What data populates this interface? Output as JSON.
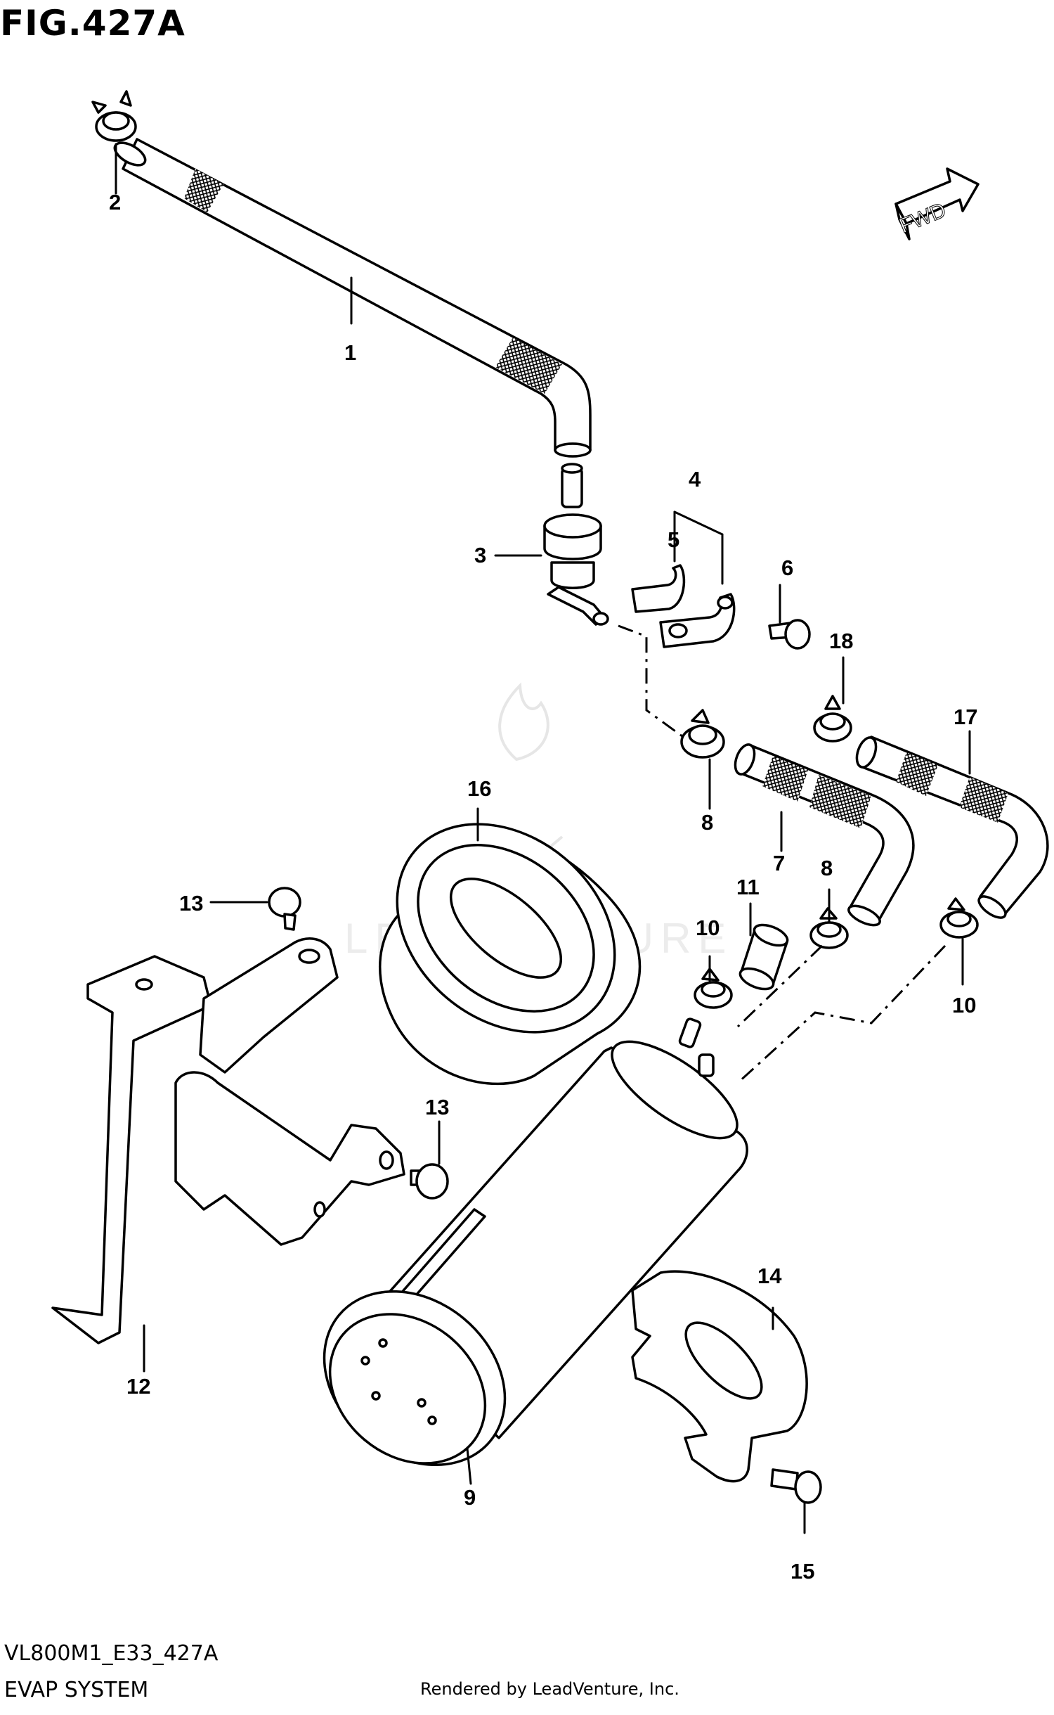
{
  "figure_title": "FIG.427A",
  "fwd_label": "FWD",
  "watermark_text": "LEADVENTURE",
  "callouts": [
    {
      "id": "c1",
      "text": "1"
    },
    {
      "id": "c2",
      "text": "2"
    },
    {
      "id": "c3",
      "text": "3"
    },
    {
      "id": "c4",
      "text": "4"
    },
    {
      "id": "c5",
      "text": "5"
    },
    {
      "id": "c6",
      "text": "6"
    },
    {
      "id": "c7",
      "text": "7"
    },
    {
      "id": "c8a",
      "text": "8"
    },
    {
      "id": "c8b",
      "text": "8"
    },
    {
      "id": "c9",
      "text": "9"
    },
    {
      "id": "c10a",
      "text": "10"
    },
    {
      "id": "c10b",
      "text": "10"
    },
    {
      "id": "c11",
      "text": "11"
    },
    {
      "id": "c12",
      "text": "12"
    },
    {
      "id": "c13a",
      "text": "13"
    },
    {
      "id": "c13b",
      "text": "13"
    },
    {
      "id": "c14",
      "text": "14"
    },
    {
      "id": "c15",
      "text": "15"
    },
    {
      "id": "c16",
      "text": "16"
    },
    {
      "id": "c17",
      "text": "17"
    },
    {
      "id": "c18",
      "text": "18"
    }
  ],
  "footer": {
    "diagram_code": "VL800M1_E33_427A",
    "system_name": "EVAP SYSTEM",
    "credit": "Rendered by LeadVenture, Inc."
  }
}
